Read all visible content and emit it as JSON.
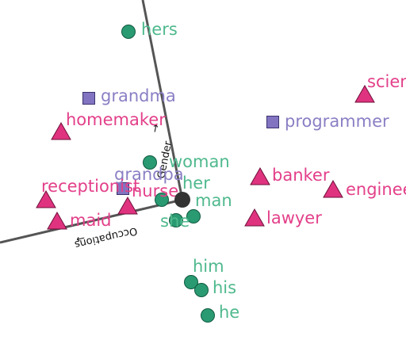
{
  "colors": {
    "pronoun": "#2a9a72",
    "pronoun_label": "#4fb98d",
    "occupation": "#e0337f",
    "occupation_label": "#e3408a",
    "relation": "#8274c0",
    "relation_label": "#8a7fc4",
    "axis": "#555555",
    "origin": "#333333"
  },
  "axes": {
    "gender_label": "Gender",
    "occupations_label": "Occupations"
  },
  "points": [
    {
      "label": "hers",
      "kind": "pronoun",
      "shape": "circle"
    },
    {
      "label": "woman",
      "kind": "pronoun",
      "shape": "circle"
    },
    {
      "label": "her",
      "kind": "pronoun",
      "shape": "circle"
    },
    {
      "label": "man",
      "kind": "pronoun",
      "shape": "circle"
    },
    {
      "label": "she",
      "kind": "pronoun",
      "shape": "circle"
    },
    {
      "label": "him",
      "kind": "pronoun",
      "shape": "circle"
    },
    {
      "label": "his",
      "kind": "pronoun",
      "shape": "circle"
    },
    {
      "label": "he",
      "kind": "pronoun",
      "shape": "circle"
    },
    {
      "label": "grandma",
      "kind": "relation",
      "shape": "square"
    },
    {
      "label": "programmer",
      "kind": "relation",
      "shape": "square"
    },
    {
      "label": "grandpa",
      "kind": "relation",
      "shape": "square"
    },
    {
      "label": "homemaker",
      "kind": "occupation",
      "shape": "triangle"
    },
    {
      "label": "receptionist",
      "kind": "occupation",
      "shape": "triangle"
    },
    {
      "label": "maid",
      "kind": "occupation",
      "shape": "triangle"
    },
    {
      "label": "nurse",
      "kind": "occupation",
      "shape": "triangle"
    },
    {
      "label": "banker",
      "kind": "occupation",
      "shape": "triangle"
    },
    {
      "label": "lawyer",
      "kind": "occupation",
      "shape": "triangle"
    },
    {
      "label": "engineer",
      "kind": "occupation",
      "shape": "triangle"
    },
    {
      "label": "scientist",
      "kind": "occupation",
      "shape": "triangle"
    }
  ]
}
